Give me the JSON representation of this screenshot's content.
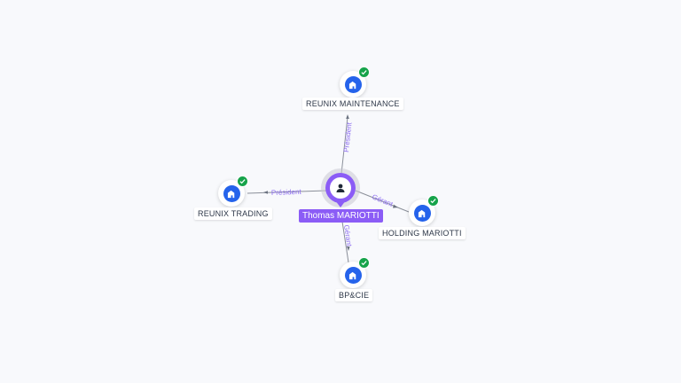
{
  "center": {
    "label": "Thomas MARIOTTI",
    "icon": "person-icon",
    "color": "#8b5cf6"
  },
  "companies": [
    {
      "key": "maintenance",
      "label": "REUNIX MAINTENANCE",
      "icon": "company-building-icon",
      "verified": true
    },
    {
      "key": "trading",
      "label": "REUNIX TRADING",
      "icon": "company-building-icon",
      "verified": true
    },
    {
      "key": "holding",
      "label": "HOLDING MARIOTTI",
      "icon": "company-building-icon",
      "verified": true
    },
    {
      "key": "bpcie",
      "label": "BP&CIE",
      "icon": "company-building-icon",
      "verified": true
    }
  ],
  "relations": [
    {
      "to": "REUNIX MAINTENANCE",
      "role": "Président"
    },
    {
      "to": "REUNIX TRADING",
      "role": "Président"
    },
    {
      "to": "HOLDING MARIOTTI",
      "role": "Gérant"
    },
    {
      "to": "BP&CIE",
      "role": "Gérant"
    }
  ],
  "colors": {
    "node_fill": "#2563eb",
    "verified_badge": "#16a34a",
    "edge_label": "#8c6cf0",
    "background": "#f8f9fc"
  }
}
